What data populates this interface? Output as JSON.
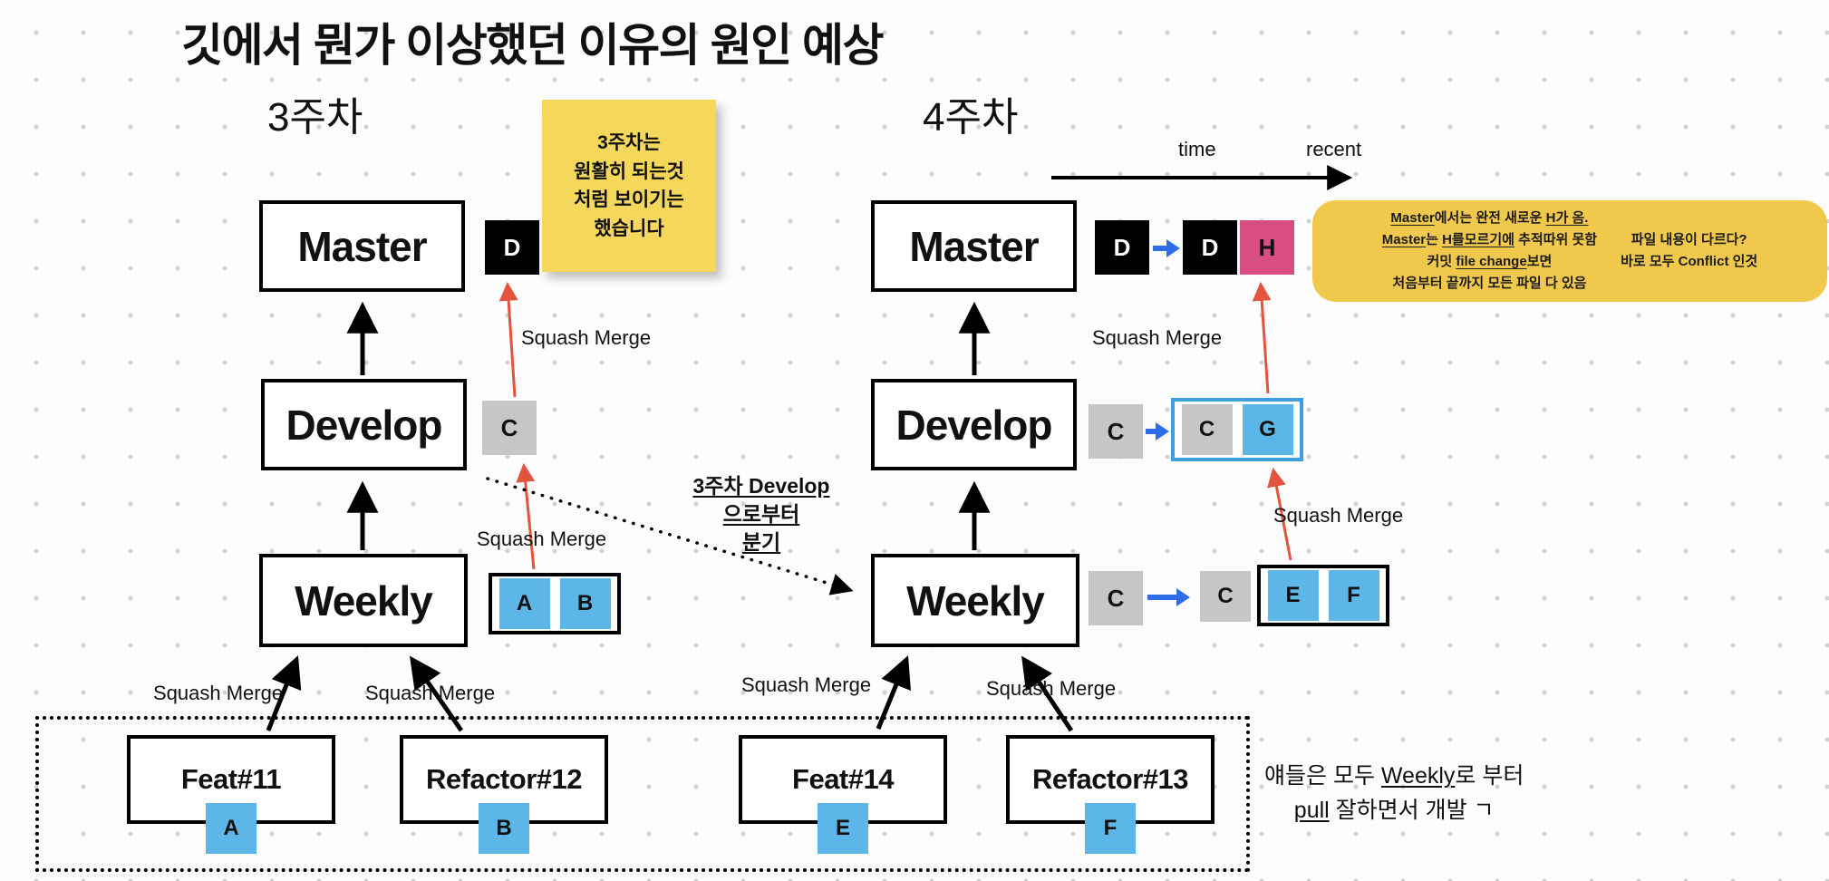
{
  "title": "깃에서 뭔가 이상했던 이유의 원인 예상",
  "sections": {
    "week3": "3주차",
    "week4": "4주차"
  },
  "timeline": {
    "time": "time",
    "recent": "recent"
  },
  "branches": {
    "master": "Master",
    "develop": "Develop",
    "weekly": "Weekly"
  },
  "commits": {
    "a": "A",
    "b": "B",
    "c": "C",
    "d": "D",
    "e": "E",
    "f": "F",
    "g": "G",
    "h": "H"
  },
  "labels": {
    "squash_merge": "Squash Merge"
  },
  "sticky_note": {
    "l1": "3주차는",
    "l2": "원활히 되는것",
    "l3": "처럼 보이기는",
    "l4": "했습니다"
  },
  "fork_note": {
    "l1": "3주차 Develop",
    "l2": "으로부터",
    "l3": "분기"
  },
  "callout": {
    "l1a": "Master",
    "l1b": "에서는 완전 새로운 ",
    "l1c": "H가 옴.",
    "l2a": "Master",
    "l2b": "는 ",
    "l2c": "H를모르기에",
    "l2d": " 추적따위 못함",
    "l3a": "커밋 ",
    "l3b": "file change",
    "l3c": "보면",
    "l4": "처음부터 끝까지 모든 파일 다 있음",
    "r1": "파일 내용이 다르다?",
    "r2": "바로 모두 Conflict 인것"
  },
  "features": [
    {
      "name": "Feat#11"
    },
    {
      "name": "Refactor#12"
    },
    {
      "name": "Feat#14"
    },
    {
      "name": "Refactor#13"
    }
  ],
  "bottom_note": {
    "l1a": "얘들은 모두 ",
    "l1b": "Weekly",
    "l1c": "로 부터",
    "l2a": "pull",
    "l2b": " 잘하면서 개발 ㄱ"
  },
  "colors": {
    "commit_blue": "#5CB6E8",
    "commit_gray": "#C6C6C6",
    "commit_black": "#000000",
    "commit_pink": "#D94E82",
    "group_border_blue": "#3D9FE0",
    "sticky_yellow": "#F5D75C",
    "callout_yellow": "#F0C84B",
    "arrow_red": "#E2543E",
    "arrow_blue": "#2D6EE8"
  }
}
